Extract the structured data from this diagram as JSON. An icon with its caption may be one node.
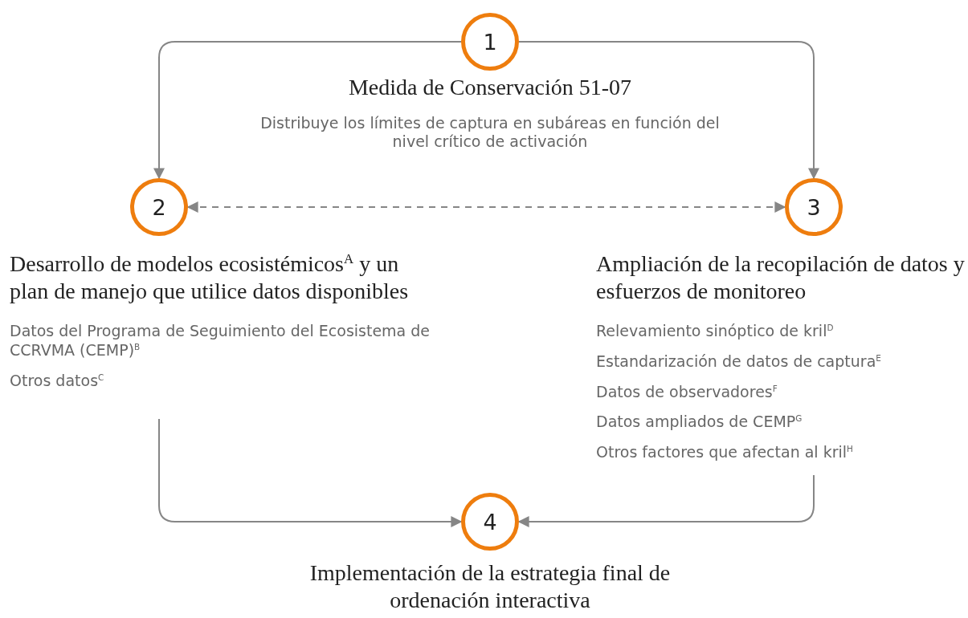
{
  "diagram": {
    "nodes": [
      {
        "text": [
          "1"
        ],
        "beside": [
          "Medida de Conservación 51-07",
          "Distribuye los límites de captura en subáreas en función del nivel crítico de activación"
        ]
      },
      {
        "text": [
          "Desarrollo de modelos ecosistémicos$^{A}$ y un plan de manejo que utilice datos disponibles",
          "Datos del Programa de Seguimiento del Ecosistema de CCRVMA (CEMP)$^{B}$",
          "Otros datos$^{C}$"
        ]
      },
      {
        "text": [
          "2"
        ],
        "in": 1
      },
      {
        "text": [
          "Ampliación de la recopilación de datos y esfuerzos de monitoreo",
          "Relevamiento sinóptico de kril$^{D}$",
          "Estandarización de datos de captura$^{E}$",
          "Datos de observadores$^{F}$",
          "Datos ampliados de CEMP$^{G}$",
          "Otros factores que afectan al kril$^{H}$"
        ]
      },
      {
        "text": [
          "3"
        ],
        "in": 3
      },
      {
        "text": [
          "4"
        ],
        "beside": [
          "Implementación de la estrategia final de ordenación interactiva"
        ]
      }
    ],
    "edges": [
      {
        "from": 0,
        "to": 2,
        "arrow": "to"
      },
      {
        "from": 0,
        "to": 4,
        "arrow": "to"
      },
      {
        "from": 2,
        "to": 4,
        "arrow": "both",
        "style": "dashed"
      },
      {
        "from": 1,
        "to": 5,
        "arrow": "to"
      },
      {
        "from": 3,
        "to": 5,
        "arrow": "to"
      }
    ]
  }
}
